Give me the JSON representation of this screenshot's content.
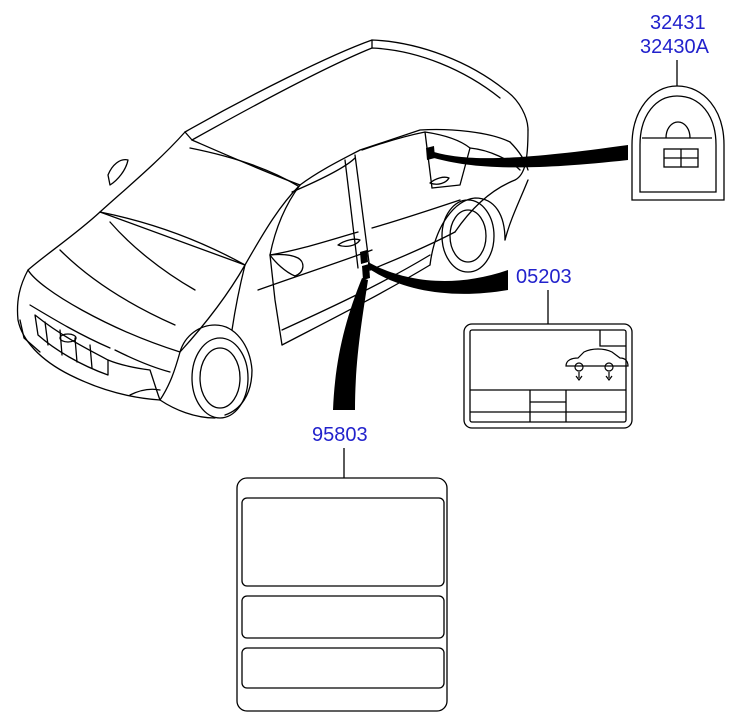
{
  "colors": {
    "label_text": "#2222cc",
    "line": "#000000",
    "background": "#ffffff"
  },
  "parts": [
    {
      "id": "p1",
      "number": "32431"
    },
    {
      "id": "p2",
      "number": "32430A"
    },
    {
      "id": "p3",
      "number": "05203"
    },
    {
      "id": "p4",
      "number": "95803"
    }
  ],
  "icons": [
    "car-outline",
    "tire-pressure-icon",
    "oval-placard",
    "emission-label",
    "vin-label"
  ]
}
